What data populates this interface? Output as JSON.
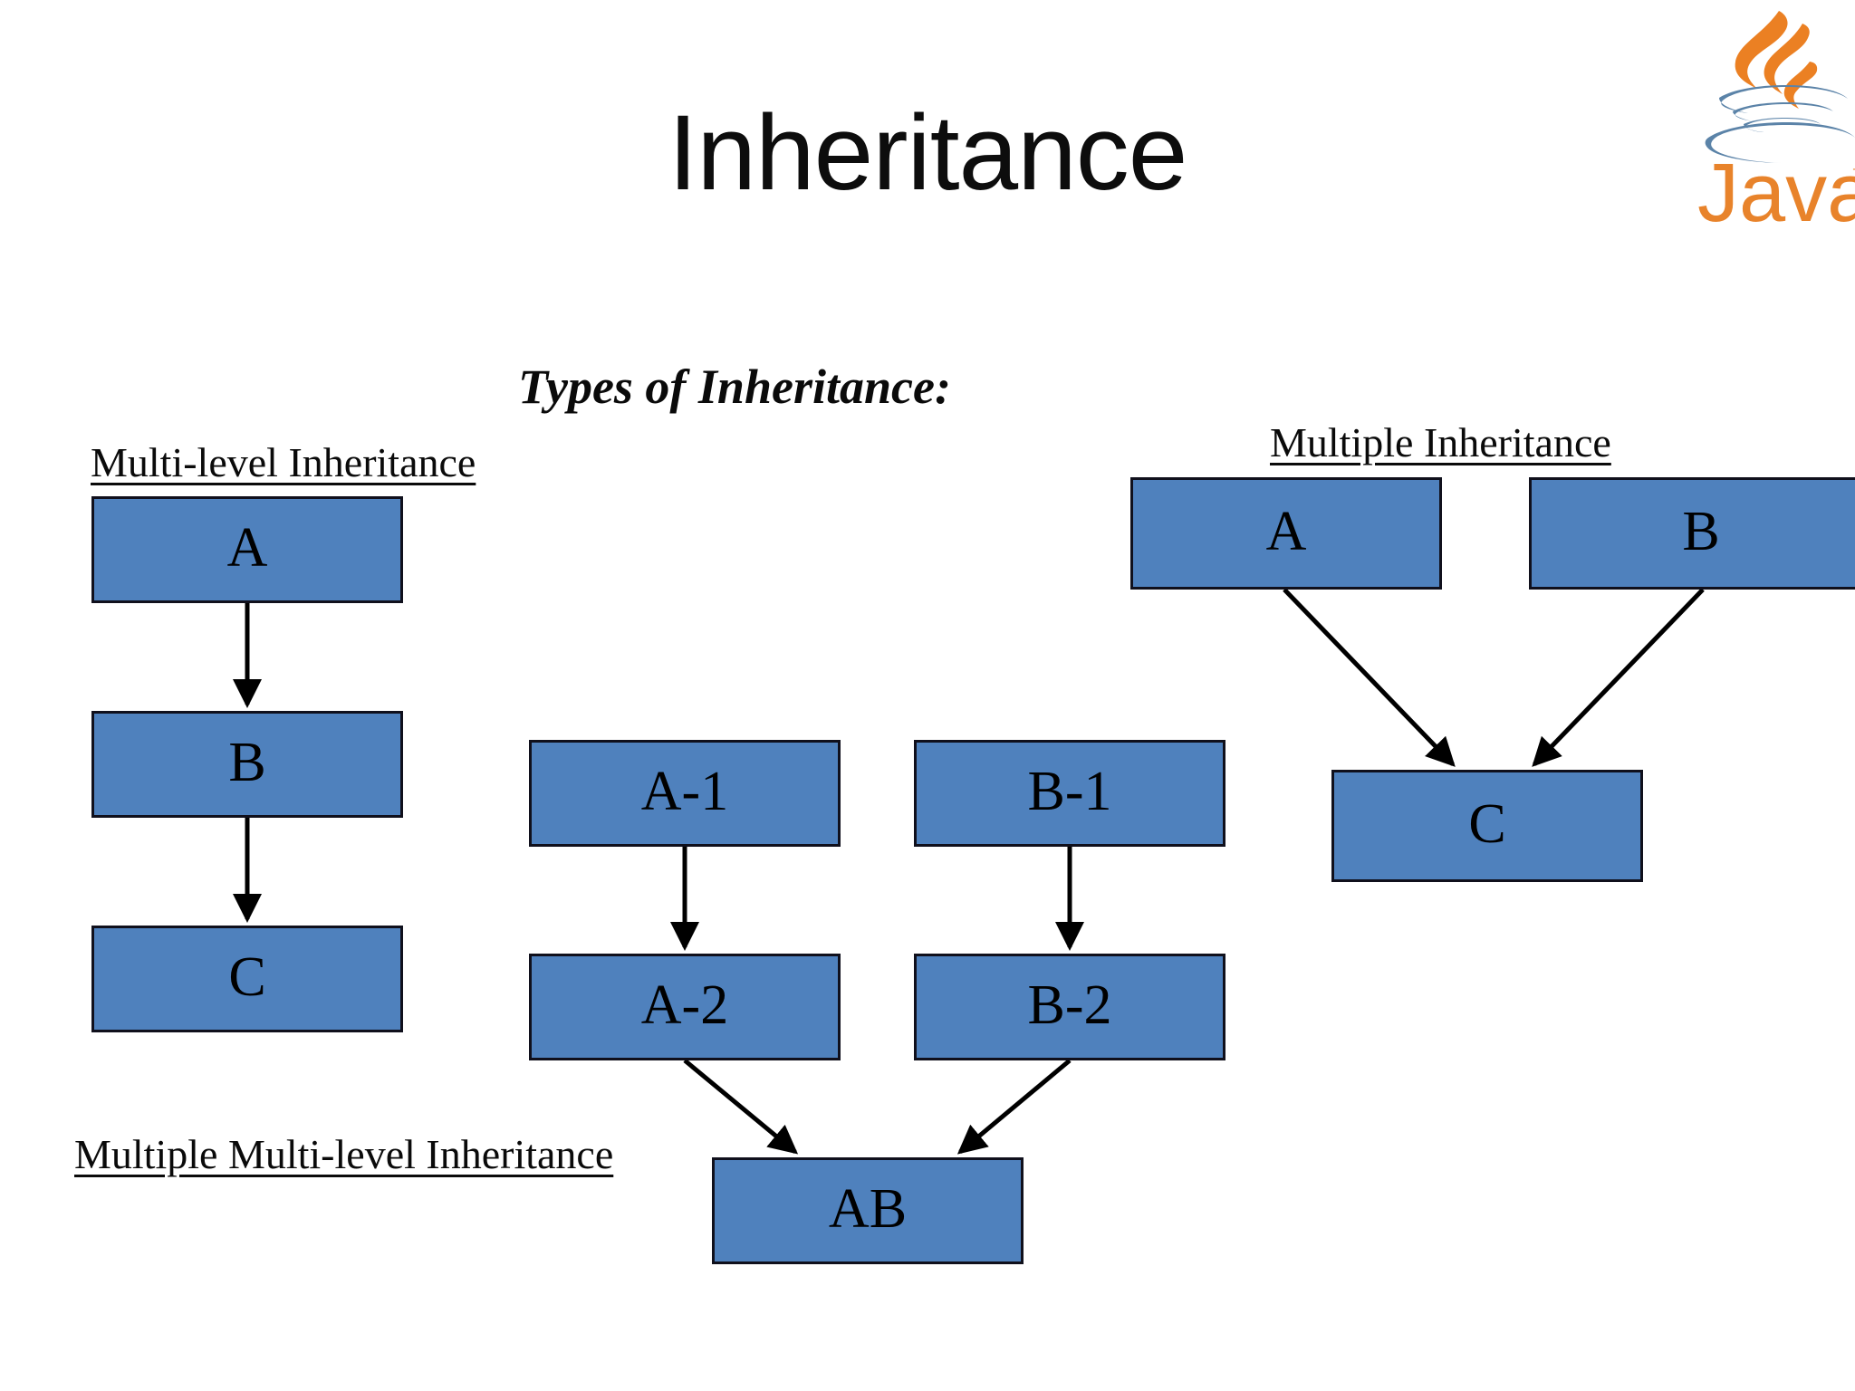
{
  "slide": {
    "title": "Inheritance",
    "background_color": "#ffffff",
    "heading": "Types of Inheritance:"
  },
  "logo": {
    "name": "java-logo",
    "wordmark": "Java",
    "steam_color": "#eb8023",
    "cup_color": "#5b83a8",
    "text_color": "#e8832b"
  },
  "theme": {
    "box_fill": "#4f81bd",
    "box_border": "#10101c",
    "text_color": "#000000",
    "arrow_color": "#000000"
  },
  "groups": {
    "multilevel": {
      "label": "Multi-level Inheritance",
      "nodes": [
        {
          "id": "ml-a",
          "label": "A"
        },
        {
          "id": "ml-b",
          "label": "B"
        },
        {
          "id": "ml-c",
          "label": "C"
        }
      ]
    },
    "multiple_multilevel": {
      "label": "Multiple Multi-level Inheritance",
      "nodes": [
        {
          "id": "a1",
          "label": "A-1"
        },
        {
          "id": "a2",
          "label": "A-2"
        },
        {
          "id": "b1",
          "label": "B-1"
        },
        {
          "id": "b2",
          "label": "B-2"
        },
        {
          "id": "ab",
          "label": "AB"
        }
      ]
    },
    "multiple": {
      "label": "Multiple Inheritance",
      "nodes": [
        {
          "id": "mi-a",
          "label": "A"
        },
        {
          "id": "mi-b",
          "label": "B"
        },
        {
          "id": "mi-c",
          "label": "C"
        }
      ]
    }
  },
  "edges": [
    {
      "from": "ml-a",
      "to": "ml-b",
      "kind": "vertical"
    },
    {
      "from": "ml-b",
      "to": "ml-c",
      "kind": "vertical"
    },
    {
      "from": "a1",
      "to": "a2",
      "kind": "vertical"
    },
    {
      "from": "b1",
      "to": "b2",
      "kind": "vertical"
    },
    {
      "from": "a2",
      "to": "ab",
      "kind": "diagonal"
    },
    {
      "from": "b2",
      "to": "ab",
      "kind": "diagonal"
    },
    {
      "from": "mi-a",
      "to": "mi-c",
      "kind": "diagonal"
    },
    {
      "from": "mi-b",
      "to": "mi-c",
      "kind": "diagonal"
    }
  ]
}
